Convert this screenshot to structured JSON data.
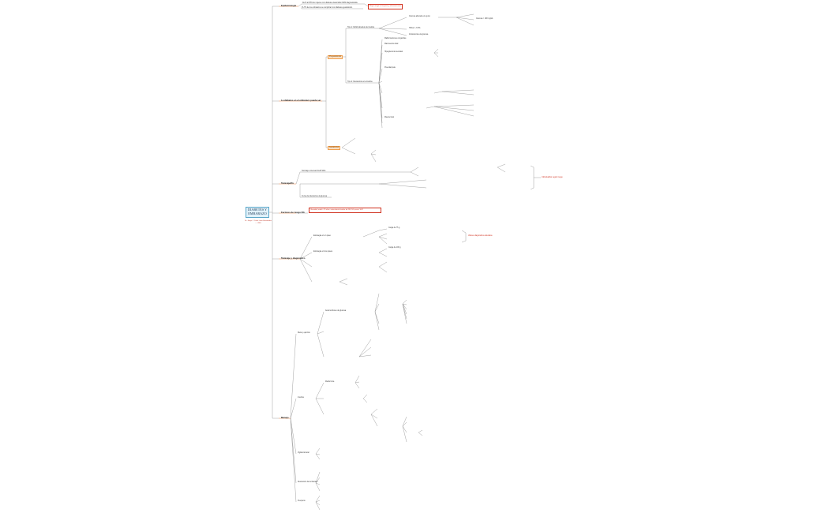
{
  "root": {
    "title": "DIABETES Y EMBARAZO",
    "subtitle": "Dr. Jorge J. Carlo Lona Hernández — CRS"
  },
  "branches": [
    {
      "label": "Epidemiología"
    },
    {
      "label": "La diabetes en el embarazo puede ser"
    },
    {
      "label": "Tamizaje/Dx"
    },
    {
      "label": "Factores de riesgo DG"
    },
    {
      "label": "Tamizaje y diagnóstico"
    },
    {
      "label": "Manejo"
    }
  ],
  "notes": {
    "epi_1": "Del 6 al 25% de mujeres con diabetes desarrollan DM2 diagnosticada.",
    "epi_2": "6-7% de los embarazos se complican con diabetes gestacional.",
    "epi_box": "Mayor riesgo en hispanas y afroamericanas",
    "pre_label": "Pregestacional",
    "gest_label": "Gestacional",
    "def_1": "Glucosa alterada en ayuno",
    "def_2": "HbA1c ≥ 6.5%",
    "def_3": "Intolerancia a la glucosa",
    "def_4": "Glucosa > 200 mg/dL",
    "class_1": "Tipo 1: Déficit absoluto de insulina",
    "class_2": "Tipo 2: Resistencia a la insulina",
    "comp_1": "Malformaciones congénitas",
    "comp_2": "Macrosomía fetal",
    "comp_3": "Hipoglucemia neonatal",
    "comp_4": "Preeclampsia",
    "comp_5": "Muerte fetal",
    "tam_1": "Tamizaje universal 24-28 SDG",
    "tam_2": "Curva de tolerancia a la glucosa",
    "tam_box": "Individualizar según riesgo",
    "fr_box": "Obesidad, edad > 25 años, antecedente familiar de DM, DG previa, SOP",
    "dx_1": "Estrategia en un paso",
    "dx_2": "Estrategia en dos pasos",
    "dx_3": "Carga de 75 g",
    "dx_4": "Carga de 100 g",
    "dx_box": "Valores diagnósticos alterados",
    "man_1": "Dieta y ejercicio",
    "man_2": "Automonitoreo de glucosa",
    "man_3": "Insulina",
    "man_4": "Metformina",
    "man_5": "Vigilancia fetal",
    "man_6": "Resolución del embarazo",
    "man_7": "Puerperio"
  }
}
